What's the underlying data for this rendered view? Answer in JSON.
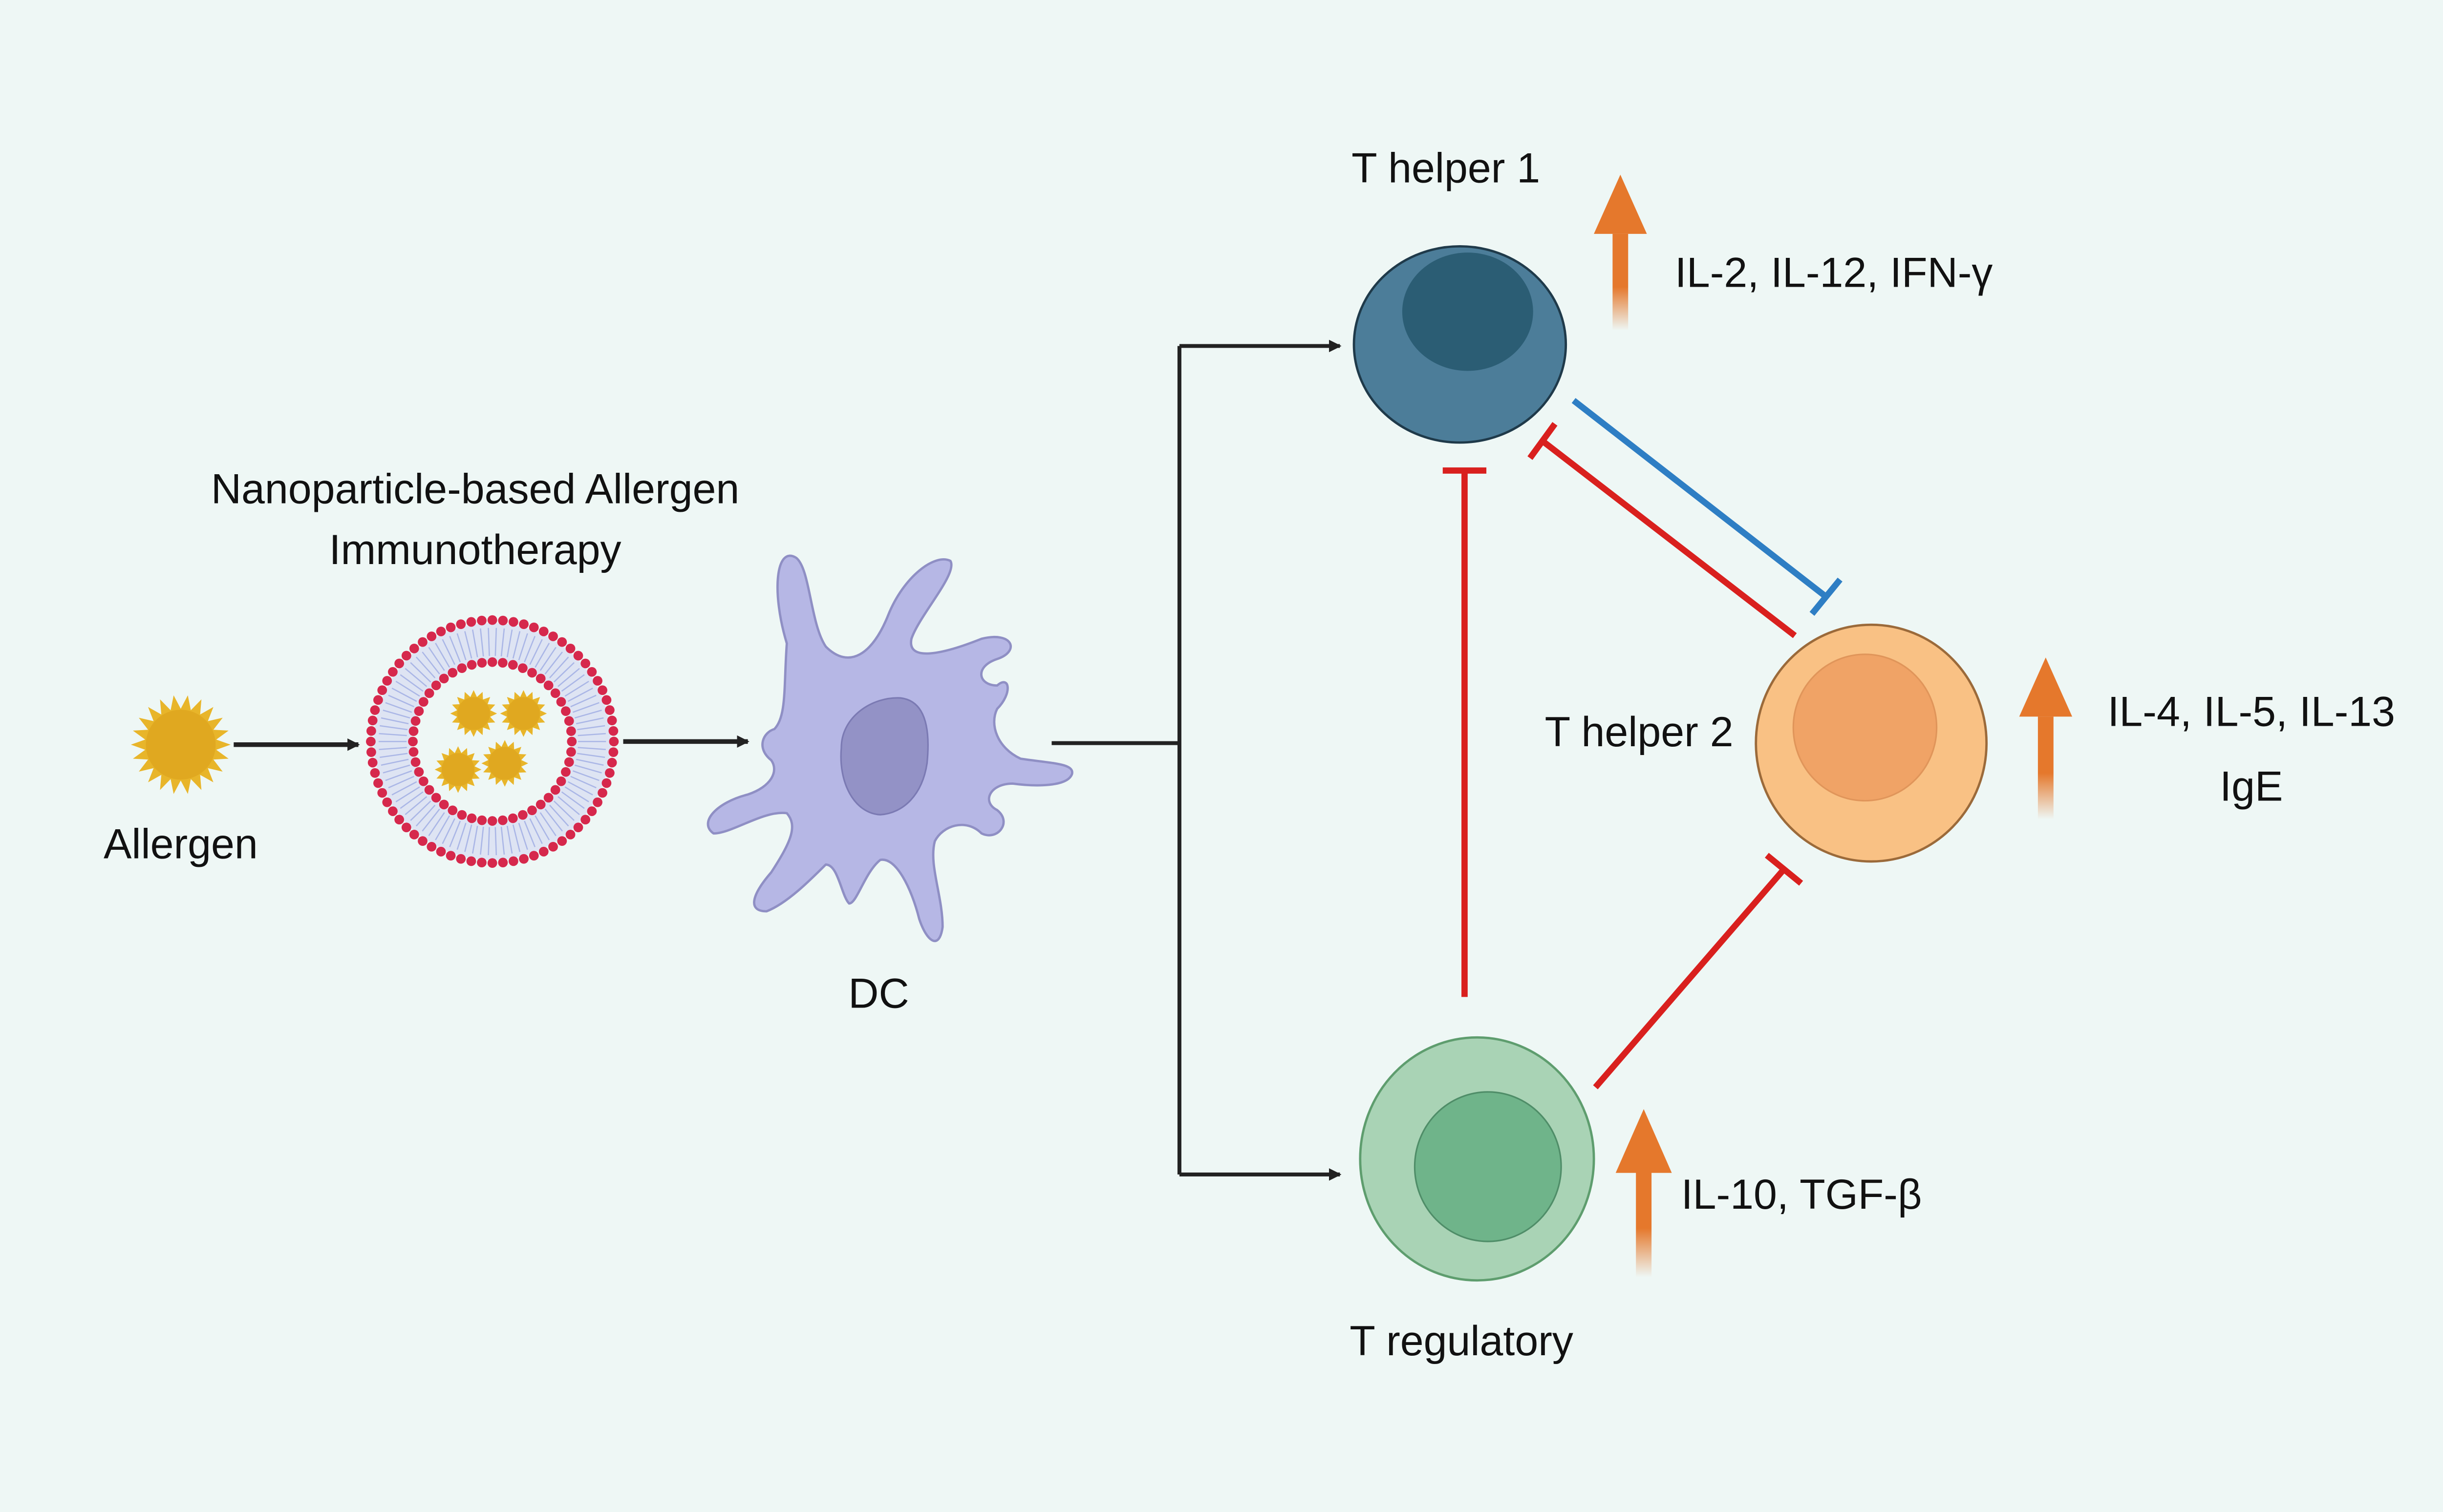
{
  "labels": {
    "title_line1": "Nanoparticle-based Allergen",
    "title_line2": "Immunotherapy",
    "allergen": "Allergen",
    "dc": "DC",
    "th1": "T helper 1",
    "th2": "T helper 2",
    "treg": "T regulatory"
  },
  "cytokines": {
    "th1": "IL-2, IL-12, IFN-γ",
    "th2_line1": "IL-4, IL-5, IL-13",
    "th2_line2": "IgE",
    "treg": "IL-10, TGF-β"
  },
  "colors": {
    "background": "#eef7f5",
    "th1_outer": "#4c7d99",
    "th1_inner": "#2b5d74",
    "th2_outer": "#f9c184",
    "th2_inner": "#f0a366",
    "treg_outer": "#a9d3b5",
    "treg_inner": "#6fb48a",
    "dc_body": "#b6b7e5",
    "dc_nucleus": "#9392c6",
    "allergen": "#e8b52a",
    "lipid_head": "#d6284c",
    "lipid_tail": "#b9c3ea",
    "inhibit_red": "#d9201e",
    "inhibit_blue": "#2e7ec4",
    "up_arrow": "#e5782c",
    "flow_arrow": "#222222"
  }
}
